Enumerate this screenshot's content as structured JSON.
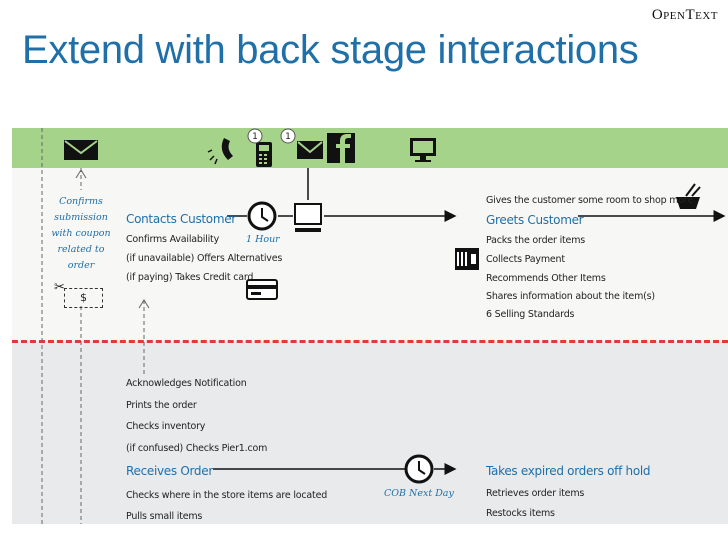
{
  "logo": "OpenText",
  "title": "Extend with back stage interactions",
  "badges": {
    "phone_count": "1",
    "email_count": "1"
  },
  "channels": [
    "email-icon",
    "phone-icon",
    "mobile-icon",
    "email-icon",
    "facebook-icon",
    "desktop-icon"
  ],
  "left_note": {
    "lines": [
      "Confirms",
      "submission",
      "with coupon",
      "related to",
      "order"
    ],
    "coupon_label": "$"
  },
  "frontstage": {
    "contacts": {
      "title": "Contacts Customer",
      "items": [
        "Confirms Availability",
        "(if unavailable) Offers Alternatives",
        "(if paying) Takes Credit card"
      ],
      "duration": "1 Hour"
    },
    "store": {
      "top_note": "Gives the customer some room to shop more",
      "title": "Greets Customer",
      "items": [
        "Packs the order items",
        "Collects Payment",
        "Recommends Other Items",
        "Shares information about the item(s)",
        "6 Selling Standards"
      ]
    }
  },
  "backstage": {
    "pre_items": [
      "Acknowledges Notification",
      "Prints the order",
      "Checks inventory",
      "(if confused) Checks Pier1.com"
    ],
    "receives": {
      "title": "Receives Order",
      "items": [
        "Checks where in the store items are located",
        "Pulls small items"
      ],
      "duration": "COB Next Day"
    },
    "expired": {
      "title": "Takes expired orders off hold",
      "items": [
        "Retrieves order items",
        "Restocks items"
      ]
    }
  },
  "colors": {
    "title_blue": "#1f6fa8",
    "band_green": "#a6d38a",
    "divider_red": "#e23a3a",
    "backstage_gray": "#e9eaec"
  }
}
